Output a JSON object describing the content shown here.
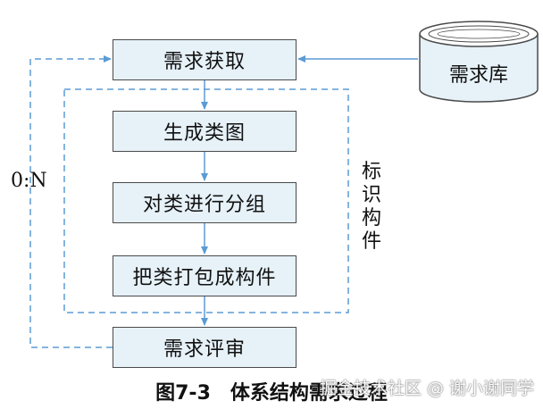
{
  "diagram": {
    "steps": [
      "需求获取",
      "生成类图",
      "对类进行分组",
      "把类打包成构件",
      "需求评审"
    ],
    "database": "需求库",
    "loop_label": "0:N",
    "group_label": "标识构件",
    "caption": "图7-3　体系结构需求过程",
    "watermark": "掘金技术社区 @ 谢小谢同学",
    "colors": {
      "box_fill": "#e6f1f8",
      "arrow": "#5b9bd5",
      "dashed": "#5b9bd5",
      "border": "#4a4a4a"
    }
  }
}
